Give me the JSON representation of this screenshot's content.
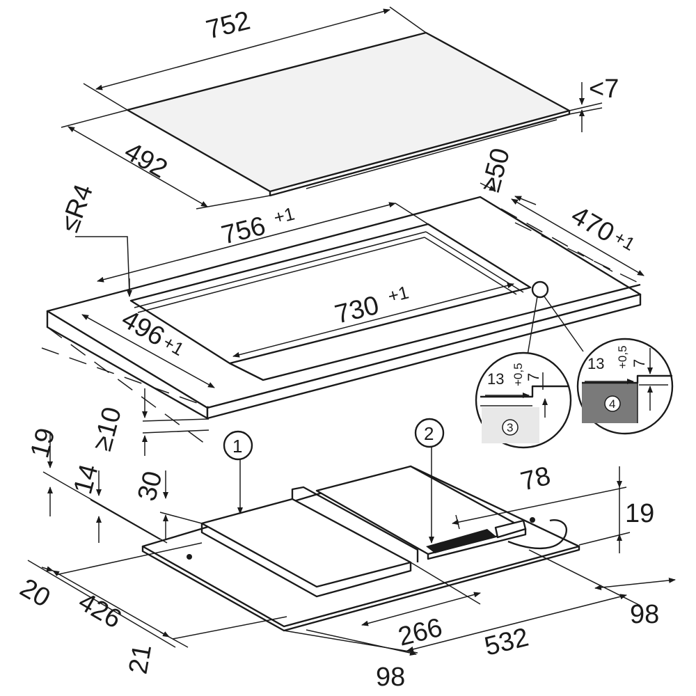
{
  "dims": {
    "hob_width": "752",
    "hob_depth": "492",
    "hob_thickness": "<7",
    "cutout_width": "756",
    "cutout_width_tol": "+1",
    "cutout_depth": "470",
    "cutout_depth_tol": "+1",
    "rear_clearance": "≥50",
    "corner_radius": "≤R4",
    "inner_width": "730",
    "inner_width_tol": "+1",
    "inner_depth": "496",
    "inner_depth_tol": "+1",
    "worktop_min": "≥10",
    "d19_left": "19",
    "d14": "14",
    "d30": "30",
    "d78": "78",
    "d19_right": "19",
    "d20": "20",
    "d426": "426",
    "d21": "21",
    "d266": "266",
    "d532": "532",
    "d98_right": "98",
    "d98_bottom": "98"
  },
  "details": {
    "detail3": {
      "w": "13",
      "tol": "+0,5",
      "h": "7",
      "num": "3"
    },
    "detail4": {
      "w": "13",
      "tol": "+0,5",
      "h": "7",
      "num": "4"
    }
  },
  "callouts": {
    "c1": "1",
    "c2": "2"
  }
}
